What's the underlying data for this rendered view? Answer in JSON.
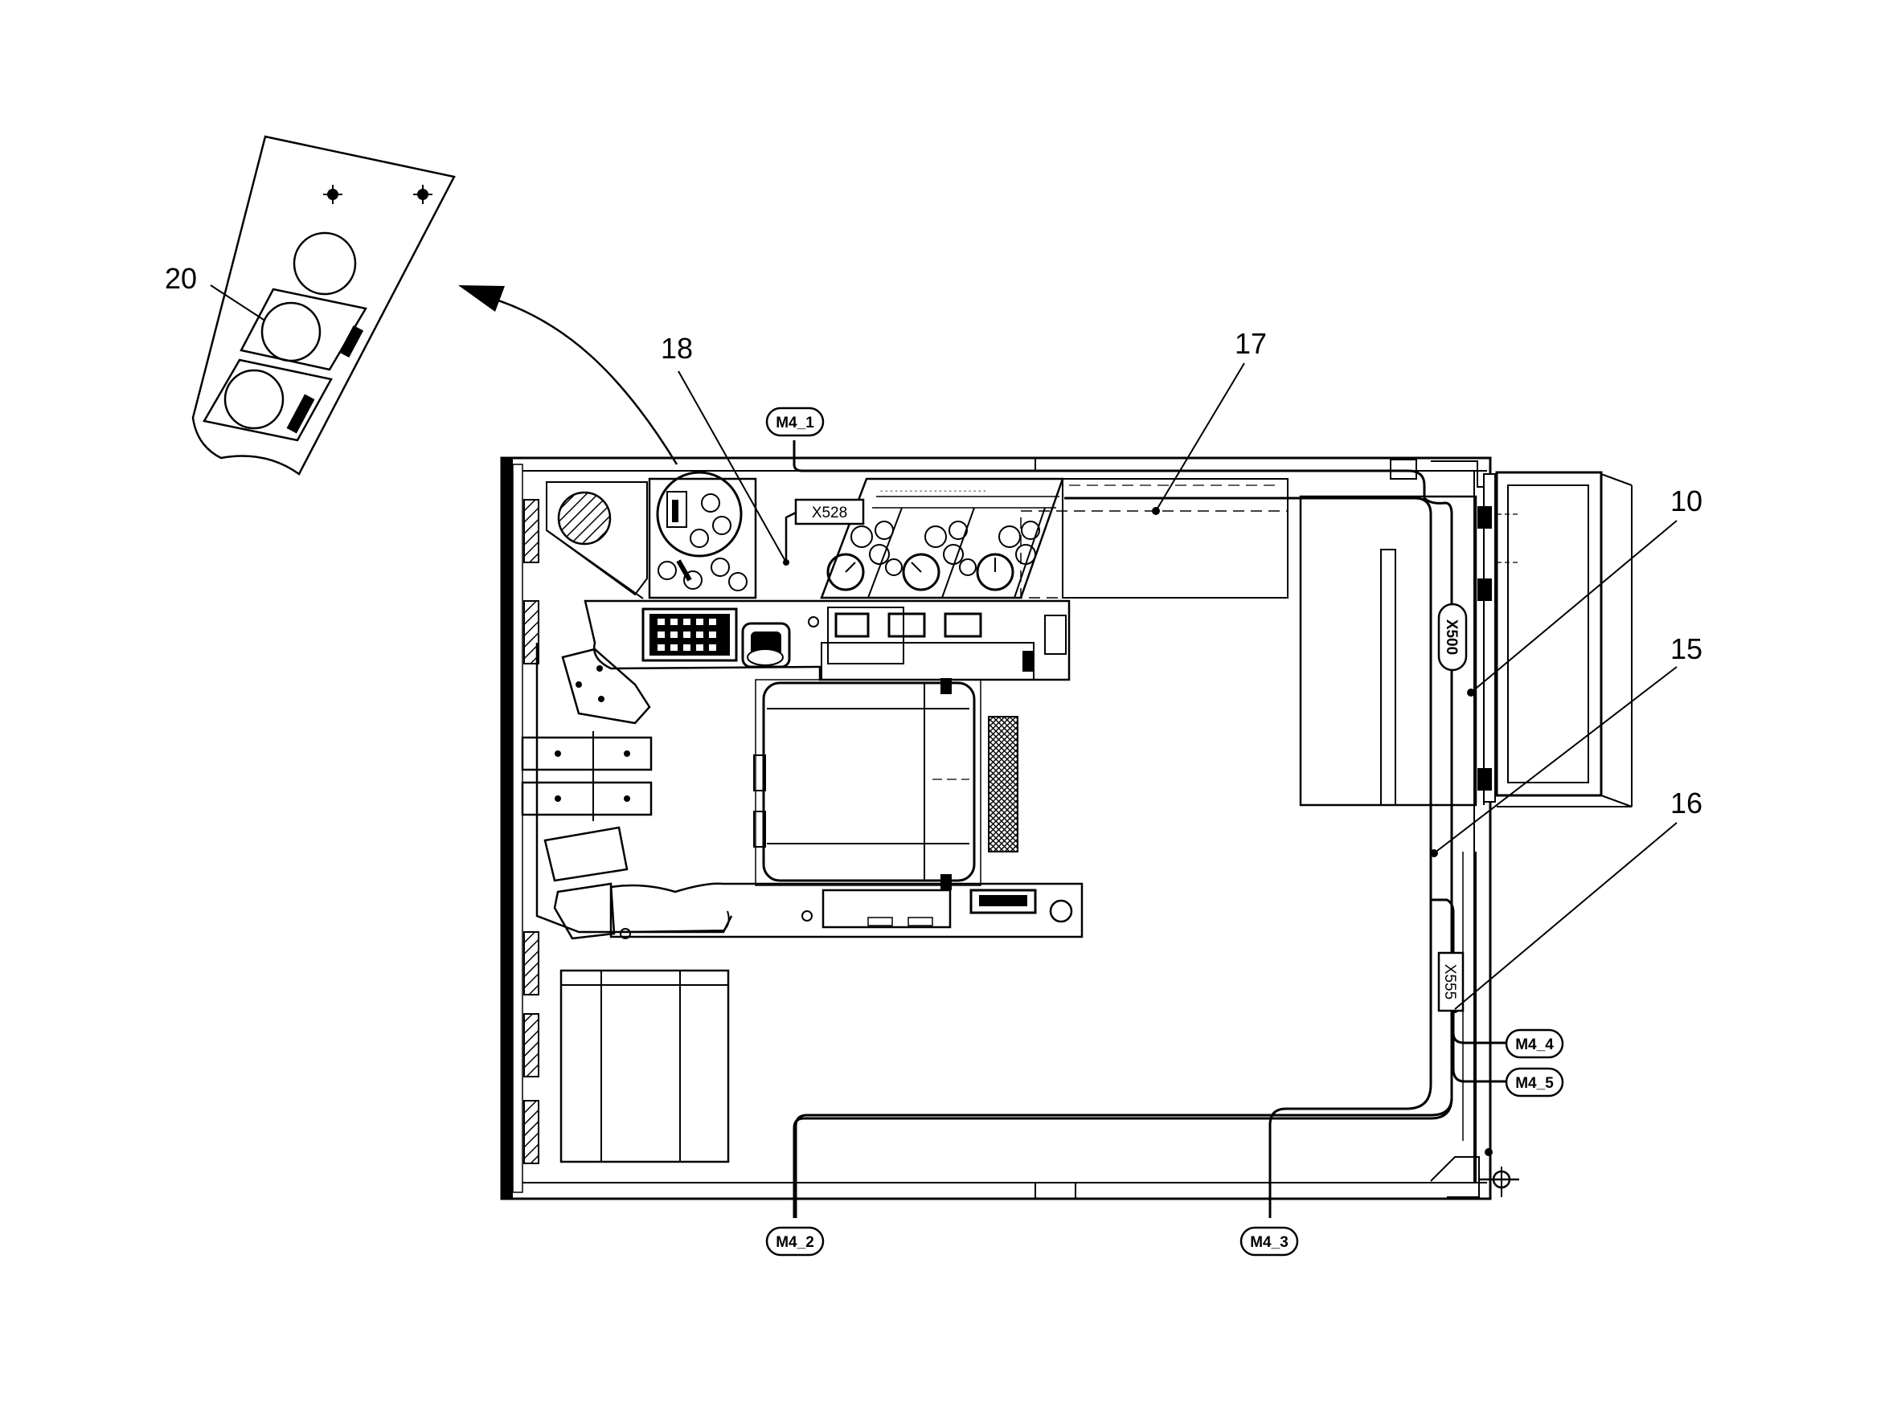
{
  "callouts": {
    "c20": "20",
    "c18": "18",
    "c17": "17",
    "c10": "10",
    "c15": "15",
    "c16": "16"
  },
  "connectors": {
    "m4_1": "M4_1",
    "m4_2": "M4_2",
    "m4_3": "M4_3",
    "m4_4": "M4_4",
    "m4_5": "M4_5",
    "x528": "X528",
    "x500": "X500",
    "x555": "X555"
  },
  "colors": {
    "line": "#000000",
    "background": "#ffffff"
  }
}
